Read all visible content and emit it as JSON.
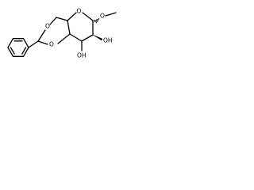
{
  "molecule": {
    "atoms": {
      "ring_oxygen": "O",
      "acetal_oxygen_upper": "O",
      "acetal_oxygen_lower": "O",
      "methoxy_oxygen": "O",
      "hydroxyl_c2": "OH",
      "hydroxyl_c3": "OH"
    },
    "colors": {
      "bond": "#000000",
      "label": "#000000",
      "background": "#ffffff"
    }
  }
}
